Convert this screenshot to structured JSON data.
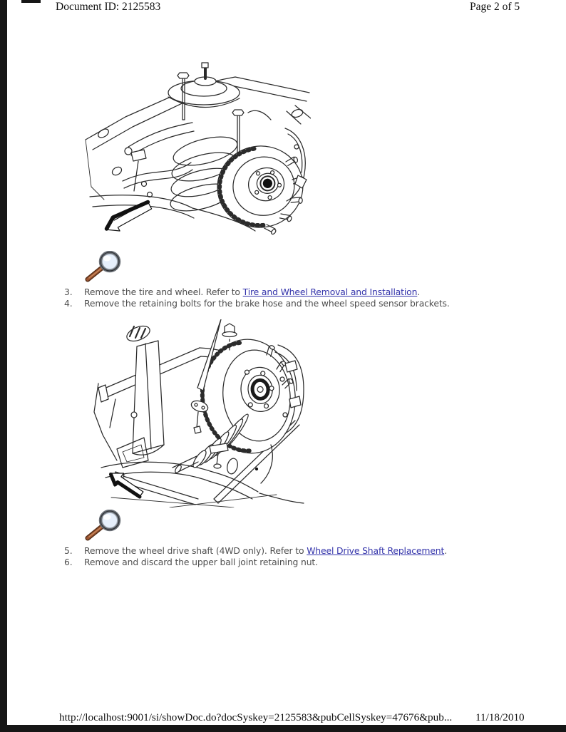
{
  "header": {
    "document_id": "Document ID: 2125583",
    "page_indicator": "Page 2 of 5"
  },
  "steps": [
    {
      "num": "3.",
      "pre": "Remove the tire and wheel. Refer to ",
      "link": "Tire and Wheel Removal and Installation",
      "post": "."
    },
    {
      "num": "4.",
      "pre": "Remove the retaining bolts for the brake hose and the wheel speed sensor brackets.",
      "link": "",
      "post": ""
    },
    {
      "num": "5.",
      "pre": "Remove the wheel drive shaft (4WD only). Refer to ",
      "link": "Wheel Drive Shaft Replacement",
      "post": "."
    },
    {
      "num": "6.",
      "pre": "Remove and discard the upper ball joint retaining nut.",
      "link": "",
      "post": ""
    }
  ],
  "figures": [
    {
      "alt": "Line drawing: front suspension with coil spring, upper mount bolts and brake rotor, arrow pointing lower-left"
    },
    {
      "alt": "Line drawing: wheel drive shaft CV boot, shock absorber and brake rotor with ball joint nut, arrow pointing left"
    }
  ],
  "icons": {
    "magnifier": "zoom-magnifier-icon"
  },
  "footer": {
    "url": "http://localhost:9001/si/showDoc.do?docSyskey=2125583&pubCellSyskey=47676&pub...",
    "date": "11/18/2010"
  },
  "colors": {
    "link_blue": "#3434ab",
    "body_text": "#4f4f4f",
    "scan_bar": "#161616"
  }
}
